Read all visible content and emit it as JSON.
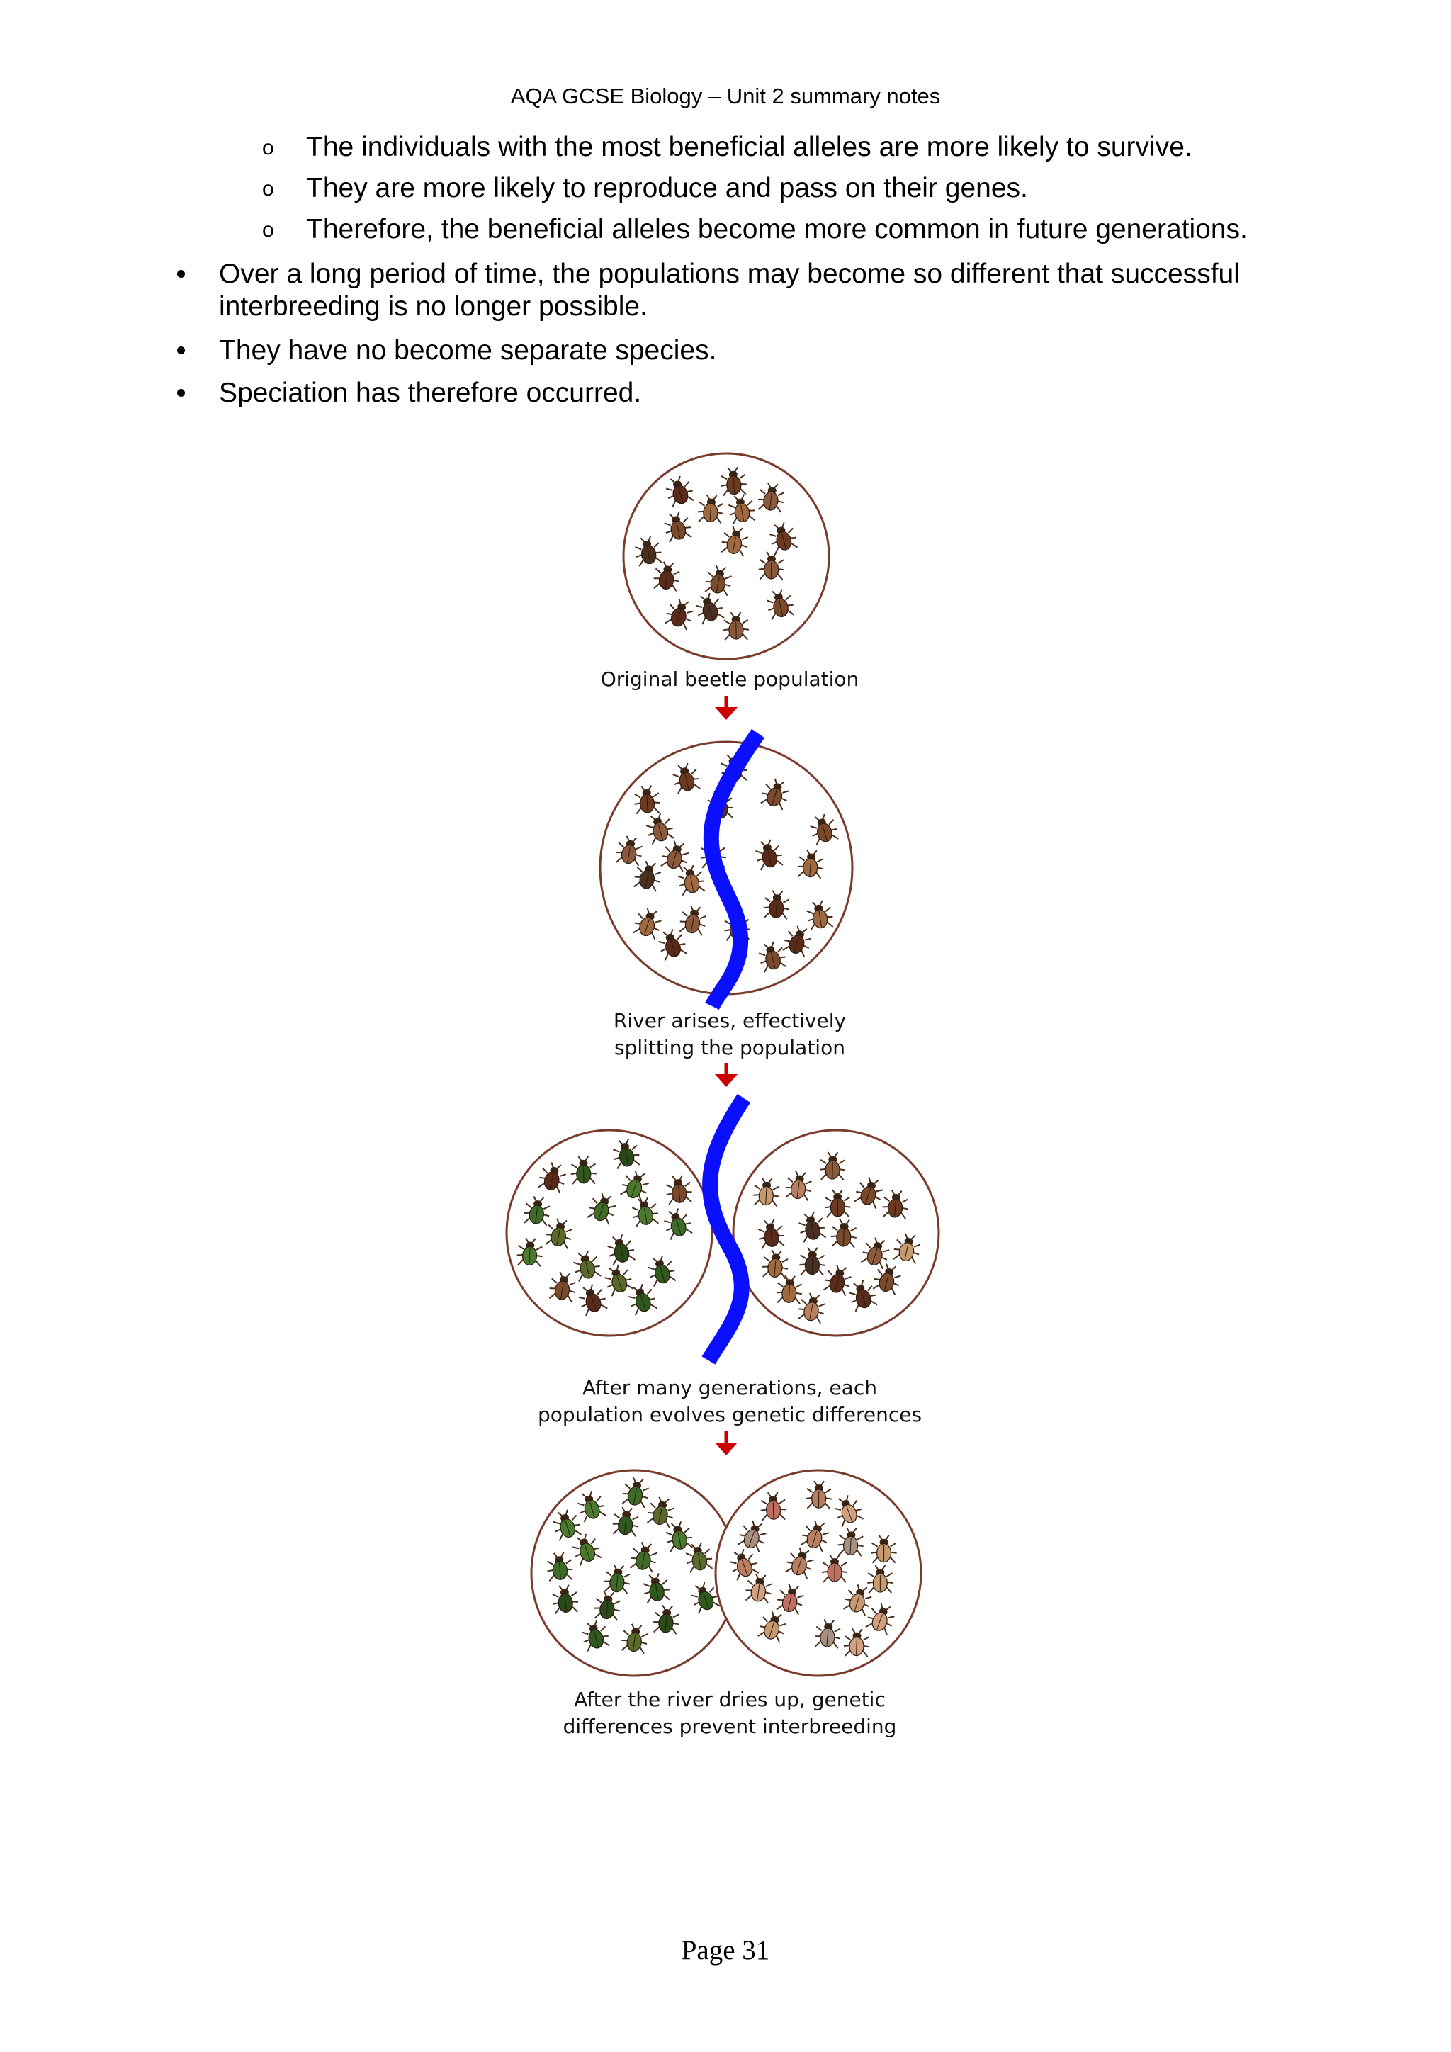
{
  "header": {
    "title": "AQA GCSE Biology – Unit 2 summary notes"
  },
  "sub_bullets": [
    {
      "marker": "o",
      "text": "The individuals with the most beneficial alleles are more likely to survive."
    },
    {
      "marker": "o",
      "text": "They are more likely to reproduce and pass on their genes."
    },
    {
      "marker": "o",
      "text": "Therefore, the beneficial alleles become more common in future generations."
    }
  ],
  "bullets": [
    {
      "text": "Over a long period of time, the populations may become so different that successful interbreeding is no longer possible."
    },
    {
      "text": "They have no become separate species."
    },
    {
      "text": "Speciation has therefore occurred."
    }
  ],
  "diagram": {
    "captions": [
      {
        "line1": "Original beetle population",
        "line2": ""
      },
      {
        "line1": "River arises, effectively",
        "line2": "splitting the population"
      },
      {
        "line1": "After many generations, each",
        "line2": "population evolves genetic differences"
      },
      {
        "line1": "After the river dries up, genetic",
        "line2": "differences prevent interbreeding"
      }
    ],
    "colors": {
      "river": "#0a10ff",
      "arrow": "#cc0000",
      "circle_outline": "#7a3b2e",
      "brown_beetles": [
        "#5a2a1a",
        "#7a4a2a",
        "#8b5a3c",
        "#a06a40",
        "#6b3a20",
        "#4a3020"
      ],
      "green_beetles": [
        "#2e5a1e",
        "#3d6b28",
        "#4a7a2e",
        "#5a6a2a",
        "#2a4a1a"
      ],
      "pale_beetles": [
        "#c89a70",
        "#b88060",
        "#d0a080",
        "#c07060",
        "#a89080"
      ]
    }
  },
  "footer": {
    "page": "Page 31"
  }
}
